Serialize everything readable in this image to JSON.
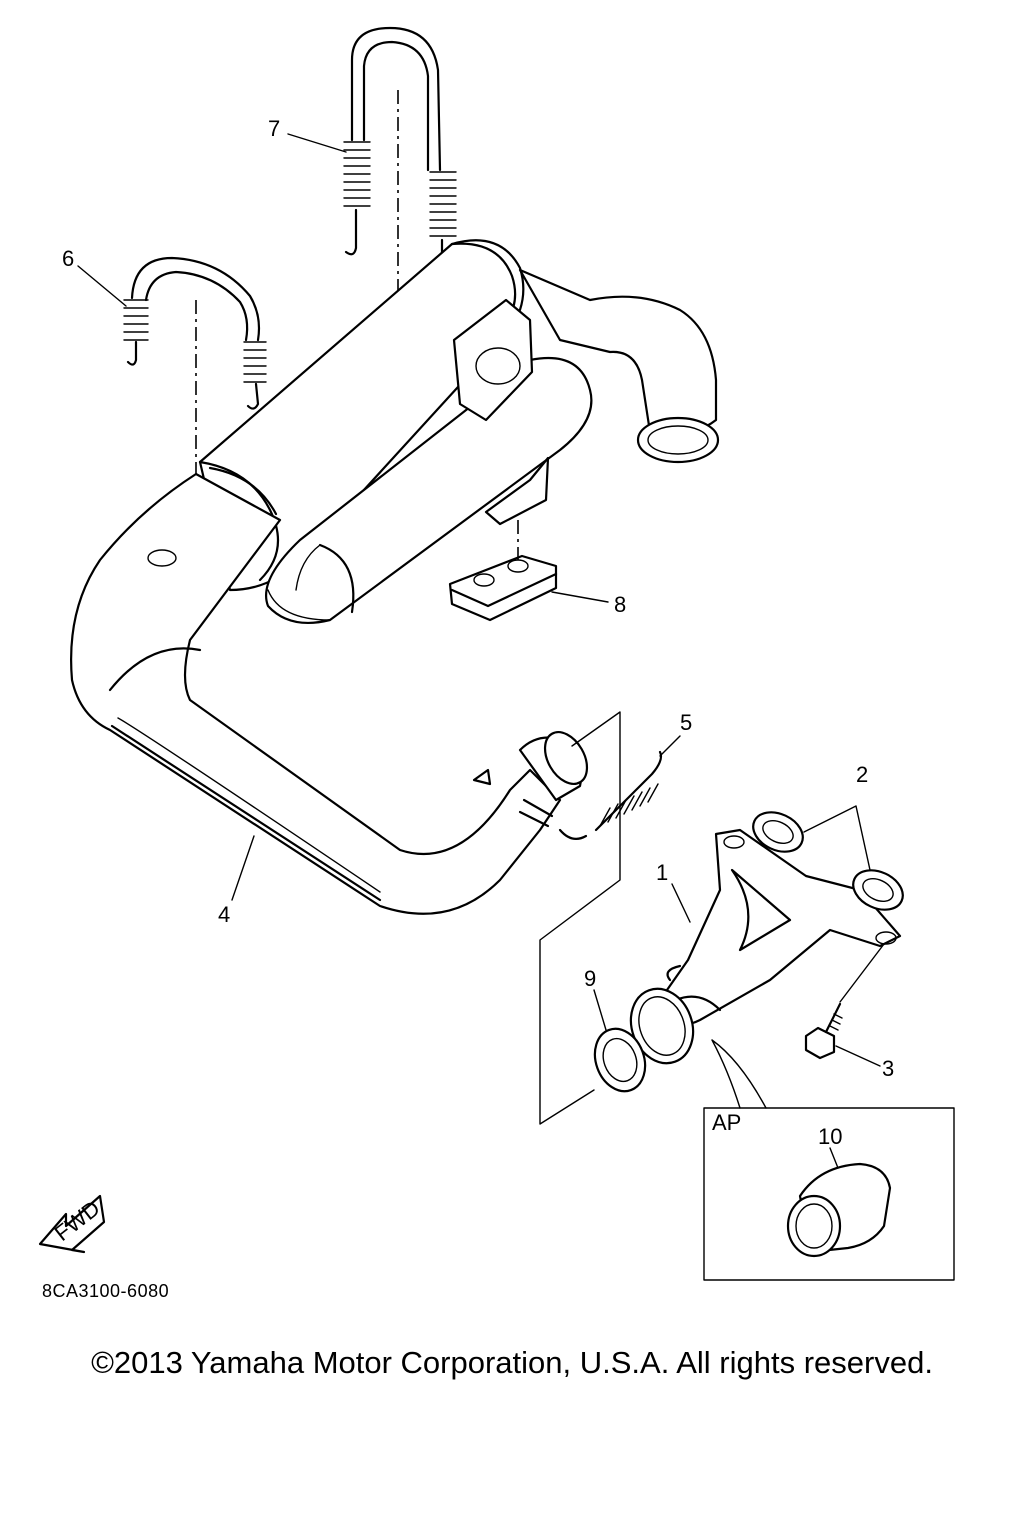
{
  "diagram": {
    "part_labels": {
      "p1": "1",
      "p2": "2",
      "p3": "3",
      "p4": "4",
      "p5": "5",
      "p6": "6",
      "p7": "7",
      "p8": "8",
      "p9": "9",
      "p10": "10"
    },
    "inset_label": "AP",
    "fwd_label": "FWD",
    "drawing_code": "8CA3100-6080"
  },
  "footer": {
    "copyright": "©2013 Yamaha Motor Corporation, U.S.A. All rights reserved."
  }
}
